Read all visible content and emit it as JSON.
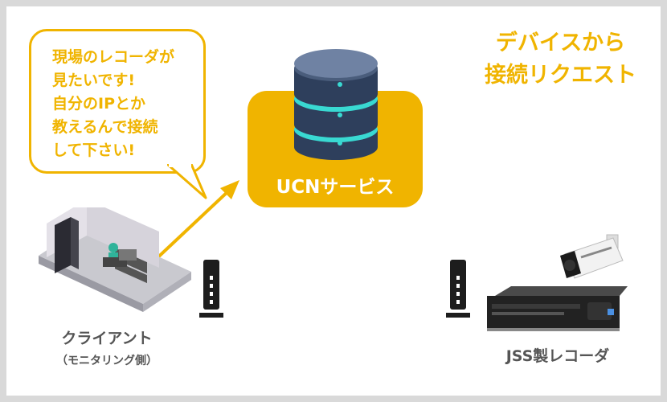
{
  "title": {
    "line1": "デバイスから",
    "line2": "接続リクエスト"
  },
  "bubble": {
    "lines": [
      "現場のレコーダが",
      "見たいです!",
      "自分のIPとか",
      "教えるんで接続",
      "して下さい!"
    ]
  },
  "service": {
    "label": "UCNサービス"
  },
  "client": {
    "label": "クライアント",
    "sub": "（モニタリング側）"
  },
  "recorder": {
    "label": "JSS製レコーダ"
  },
  "colors": {
    "accent": "#f0b400",
    "db_body": "#2e3f5c",
    "db_glow": "#39d9d2",
    "text_gray": "#555555"
  },
  "icons": [
    "database-icon",
    "router-icon",
    "camera-icon",
    "recorder-icon",
    "server-room-icon"
  ]
}
